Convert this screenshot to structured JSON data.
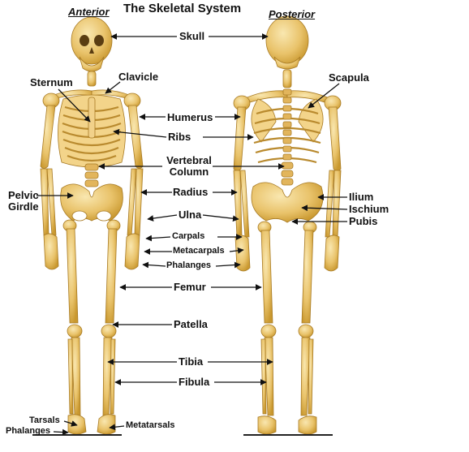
{
  "title": "The Skeletal System",
  "views": {
    "anterior": "Anterior",
    "posterior": "Posterior"
  },
  "labels": {
    "skull": "Skull",
    "sternum": "Sternum",
    "clavicle": "Clavicle",
    "scapula": "Scapula",
    "humerus": "Humerus",
    "ribs": "Ribs",
    "vertebral_line1": "Vertebral",
    "vertebral_line2": "Column",
    "pelvic_line1": "Pelvic",
    "pelvic_line2": "Girdle",
    "radius": "Radius",
    "ilium": "Ilium",
    "ischium": "Ischium",
    "pubis": "Pubis",
    "ulna": "Ulna",
    "carpals": "Carpals",
    "metacarpals": "Metacarpals",
    "phalanges_hand": "Phalanges",
    "femur": "Femur",
    "patella": "Patella",
    "tibia": "Tibia",
    "fibula": "Fibula",
    "tarsals": "Tarsals",
    "phalanges_foot": "Phalanges",
    "metatarsals": "Metatarsals"
  },
  "colors": {
    "bone": "#e9c36b",
    "bone_light": "#f6dfa0",
    "bone_dark": "#b98a2e",
    "line": "#111111"
  }
}
